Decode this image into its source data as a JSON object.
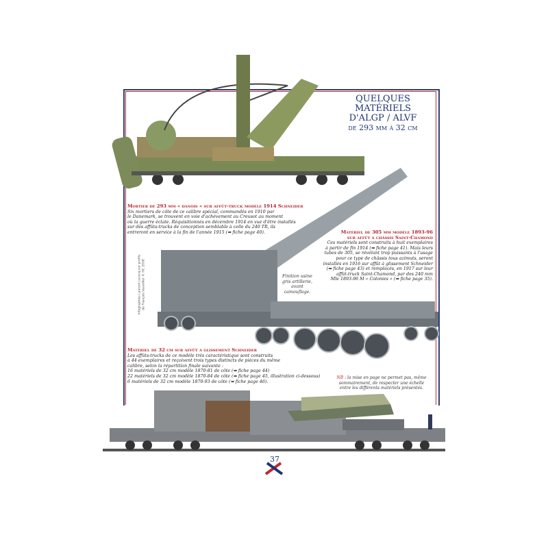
{
  "title": {
    "lines": [
      "QUELQUES",
      "MATÉRIELS",
      "D'ALGP / ALVF"
    ],
    "subtitle": "de 293 mm à 32 cm"
  },
  "captions": [
    {
      "heading": "Mortier de 293 mm « danois » sur affût-truck modèle 1914 Schneider",
      "lines": [
        "Six mortiers de côte de ce calibre spécial, commandés en 1910 par",
        "le Danemark, se trouvent en voie d'achèvement au Creusot au moment",
        "où la guerre éclate. Réquisitionnés en décembre 1914 en vue d'être installés",
        "sur des affûts-trucks de conception semblable à celle du 240 TR, ils",
        "entreront en service à la fin de l'année 1915 (➥ fiche page 40)."
      ]
    },
    {
      "heading": "Matériel de 305 mm modèle 1893-96",
      "heading2": "sur affût à châssis Saint-Chamond",
      "lines": [
        "Ces matériels sont construits à huit exemplaires",
        "à partir de fin 1914 (➥ fiche page 41). Mais leurs",
        "tubes de 305, se révélant trop puissants à l'usage",
        "pour ce type de châssis tous azimuts, seront",
        "installés en 1916 sur affût à glissement Schneider",
        "(➥ fiche page 43) et remplacés, en 1917 sur leur",
        "affût-truck Saint-Chamond, par des 240 mm",
        "Mle 1893-96 M « Colonies » (➥ fiche page 35)."
      ]
    },
    {
      "heading": "Matériel de 32 cm sur affût à glissement Schneider",
      "lines": [
        "Les affûts-trucks de ce modèle très caractéristique sont construits",
        "à 44 exemplaires et reçoivent trois types distincts de pièces du même",
        "calibre, selon la répartition finale suivante :",
        "16 matériels de 32 cm modèle 1870-81 de côte (➥ fiche page 44)",
        "22 matériels de 32 cm modèle 1870-84 de côte (➥ fiche page 45, illustration ci-dessous)",
        "  6 matériels de 32 cm modèle 1870-93 de côte (➥ fiche page 46)."
      ]
    }
  ],
  "finish_note": [
    "Finition usine",
    "gris artillerie,",
    "avant",
    "camouflage."
  ],
  "nb_note": {
    "label": "NB",
    "text": " : la mise en page ne permet pas, même sommairement, de respecter une échelle entre les différents matériels présentés."
  },
  "credit": [
    "Infographies Laurent Lecocq sur profils",
    "de François Vauvillier © HC 2008"
  ],
  "page_number": "37",
  "colors": {
    "blue": "#1e3470",
    "red": "#b2202a",
    "gun_gray": "#8e959b",
    "camo_green": "#7b8a55"
  }
}
